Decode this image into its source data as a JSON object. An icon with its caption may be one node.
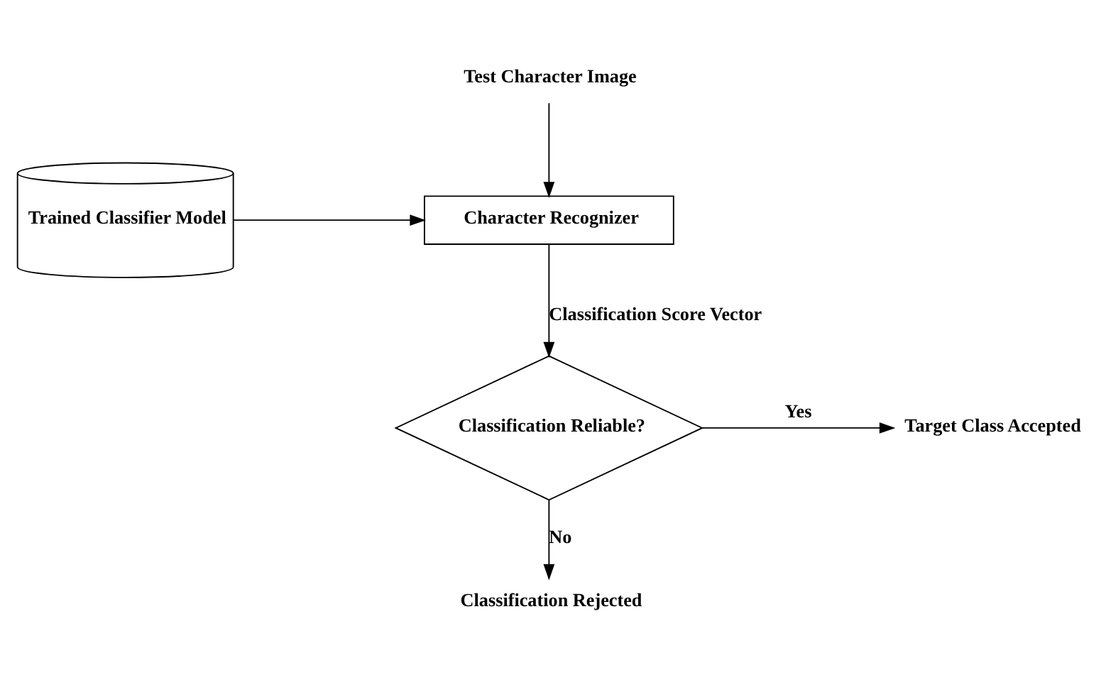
{
  "diagram": {
    "nodes": [
      {
        "text": [
          "Test Character Image"
        ]
      },
      {
        "text": [
          "Character Recognizer"
        ]
      },
      {
        "text": [
          "Trained Classifier Model"
        ]
      },
      {
        "text": [
          "Classification Reliable?"
        ]
      },
      {
        "text": [
          "Target Class Accepted"
        ]
      },
      {
        "text": [
          "Classification Rejected"
        ]
      }
    ],
    "edges": [
      {
        "from": 0,
        "to": 1,
        "arrow": "to"
      },
      {
        "from": 2,
        "to": 1,
        "arrow": "to"
      },
      {
        "from": 1,
        "to": 3,
        "arrow": "to",
        "label": "Classification Score Vector"
      },
      {
        "from": 3,
        "to": 4,
        "arrow": "to",
        "label": "Yes"
      },
      {
        "from": 3,
        "to": 5,
        "arrow": "to",
        "label": "No"
      }
    ]
  }
}
